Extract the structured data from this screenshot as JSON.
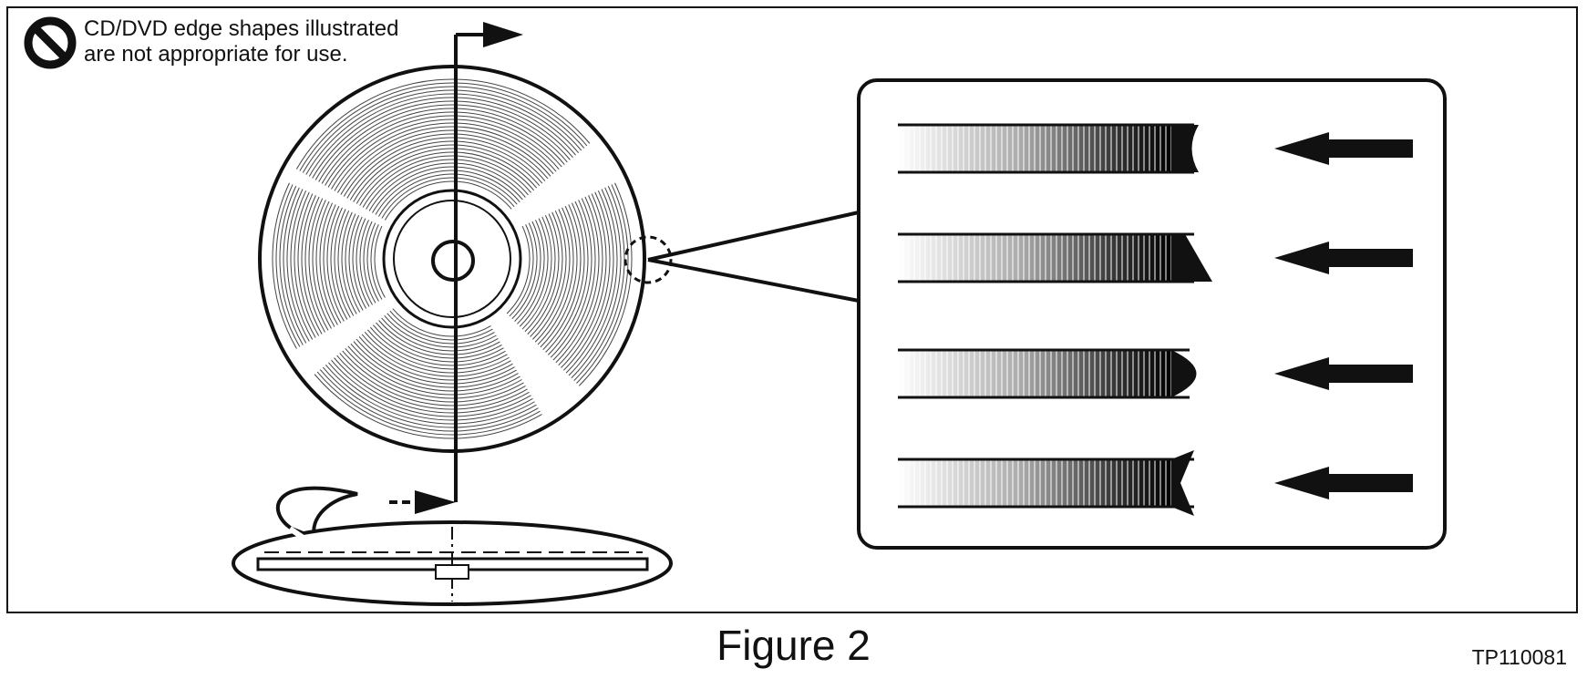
{
  "warning": {
    "icon": "prohibited-icon",
    "text": "CD/DVD edge shapes illustrated\nare not appropriate for use."
  },
  "figure_code": "TP110081",
  "caption": "Figure 2",
  "edge_examples": [
    {
      "name": "notched-edge"
    },
    {
      "name": "tapered-edge"
    },
    {
      "name": "rounded-edge"
    },
    {
      "name": "v-notched-edge"
    }
  ],
  "colors": {
    "ink": "#111111",
    "background": "#ffffff"
  }
}
